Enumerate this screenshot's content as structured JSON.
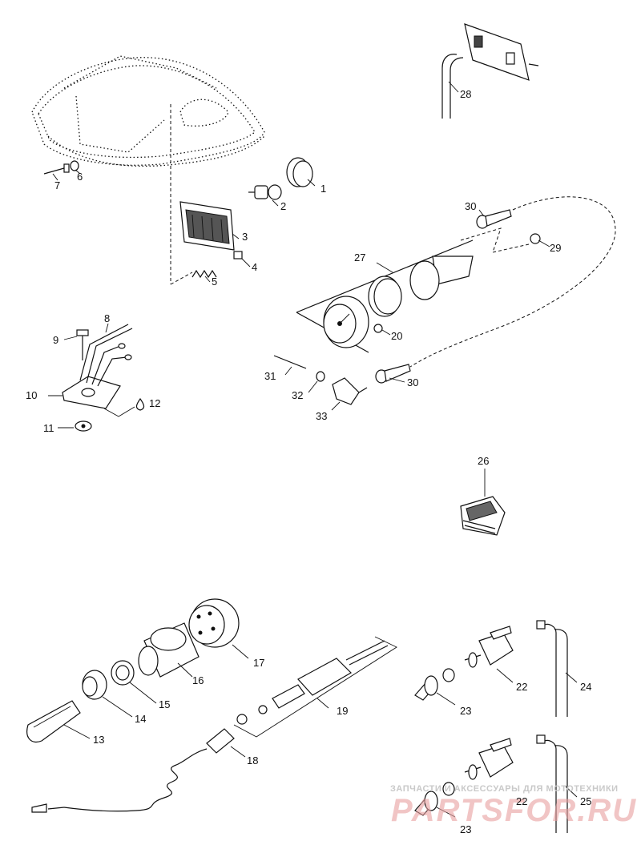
{
  "labels": {
    "p1": "1",
    "p2": "2",
    "p3": "3",
    "p4": "4",
    "p5": "5",
    "p6": "6",
    "p7": "7",
    "p8": "8",
    "p9": "9",
    "p10": "10",
    "p11": "11",
    "p12": "12",
    "p13": "13",
    "p14": "14",
    "p15": "15",
    "p16": "16",
    "p17": "17",
    "p18": "18",
    "p19": "19",
    "p20": "20",
    "p22a": "22",
    "p22b": "22",
    "p23a": "23",
    "p23b": "23",
    "p24": "24",
    "p25": "25",
    "p26": "26",
    "p27": "27",
    "p28": "28",
    "p29": "29",
    "p30a": "30",
    "p30b": "30",
    "p31": "31",
    "p32": "32",
    "p33": "33"
  },
  "watermark": {
    "tagline": "ЗАПЧАСТИ И АКСЕССУАРЫ ДЛЯ МОТОТЕХНИКИ",
    "brand": "PARTSFOR.RU"
  }
}
